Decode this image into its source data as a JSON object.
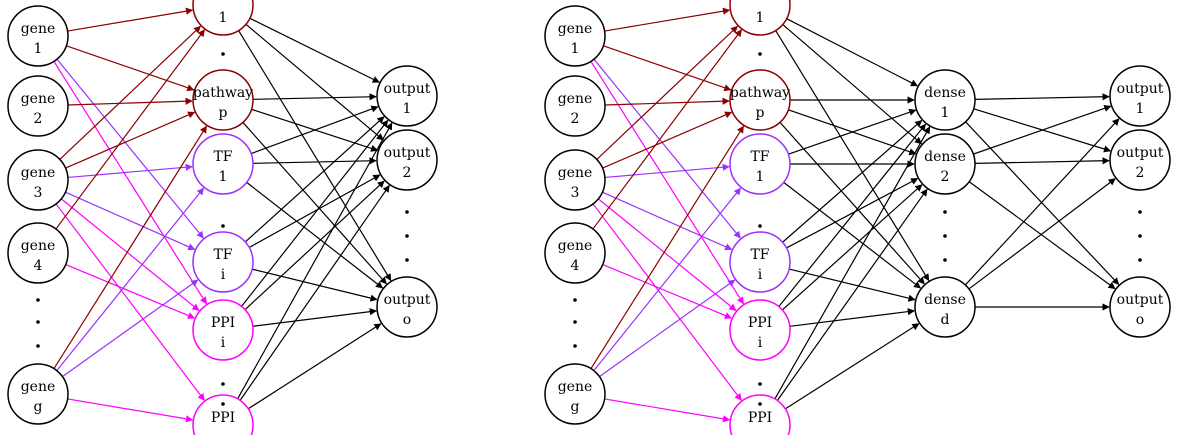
{
  "colors": {
    "gene": "#000000",
    "pathway": "#8b0000",
    "tf": "#9b30ff",
    "ppi": "#ff00ff",
    "dense": "#000000",
    "output": "#000000",
    "edge_default": "#000000"
  },
  "diagrams": [
    {
      "id": "sparse",
      "nodes": [
        {
          "id": "g1",
          "kind": "gene",
          "lines": [
            "gene",
            "1"
          ]
        },
        {
          "id": "g2",
          "kind": "gene",
          "lines": [
            "gene",
            "2"
          ]
        },
        {
          "id": "g3",
          "kind": "gene",
          "lines": [
            "gene",
            "3"
          ]
        },
        {
          "id": "g4",
          "kind": "gene",
          "lines": [
            "gene",
            "4"
          ]
        },
        {
          "id": "gg",
          "kind": "gene",
          "lines": [
            "gene",
            "g"
          ]
        },
        {
          "id": "p1",
          "kind": "pathway",
          "lines": [
            "",
            "1"
          ]
        },
        {
          "id": "pp",
          "kind": "pathway",
          "lines": [
            "pathway",
            "p"
          ]
        },
        {
          "id": "t1",
          "kind": "tf",
          "lines": [
            "TF",
            "1"
          ]
        },
        {
          "id": "ti",
          "kind": "tf",
          "lines": [
            "TF",
            "i"
          ]
        },
        {
          "id": "ppi1",
          "kind": "ppi",
          "lines": [
            "PPI",
            "i"
          ]
        },
        {
          "id": "ppin",
          "kind": "ppi",
          "lines": [
            "PPI",
            ""
          ]
        },
        {
          "id": "o1",
          "kind": "output",
          "lines": [
            "output",
            "1"
          ]
        },
        {
          "id": "o2",
          "kind": "output",
          "lines": [
            "output",
            "2"
          ]
        },
        {
          "id": "oo",
          "kind": "output",
          "lines": [
            "output",
            "o"
          ]
        }
      ],
      "ellipses": [
        "gene-col",
        "pathway-col-1",
        "pathway-col-2",
        "ppi-col",
        "output-col"
      ],
      "edges": [
        [
          "g1",
          "p1",
          "pathway"
        ],
        [
          "g1",
          "pp",
          "pathway"
        ],
        [
          "g1",
          "ti",
          "tf"
        ],
        [
          "g1",
          "ppi1",
          "ppi"
        ],
        [
          "g2",
          "pp",
          "pathway"
        ],
        [
          "g3",
          "p1",
          "pathway"
        ],
        [
          "g3",
          "pp",
          "pathway"
        ],
        [
          "g3",
          "t1",
          "tf"
        ],
        [
          "g3",
          "ti",
          "tf"
        ],
        [
          "g3",
          "ppi1",
          "ppi"
        ],
        [
          "g3",
          "ppin",
          "ppi"
        ],
        [
          "g4",
          "p1",
          "pathway"
        ],
        [
          "g4",
          "ppi1",
          "ppi"
        ],
        [
          "gg",
          "pp",
          "pathway"
        ],
        [
          "gg",
          "t1",
          "tf"
        ],
        [
          "gg",
          "ti",
          "tf"
        ],
        [
          "gg",
          "ppin",
          "ppi"
        ],
        [
          "p1",
          "o1",
          "edge_default"
        ],
        [
          "p1",
          "o2",
          "edge_default"
        ],
        [
          "p1",
          "oo",
          "edge_default"
        ],
        [
          "pp",
          "o1",
          "edge_default"
        ],
        [
          "pp",
          "o2",
          "edge_default"
        ],
        [
          "pp",
          "oo",
          "edge_default"
        ],
        [
          "t1",
          "o1",
          "edge_default"
        ],
        [
          "t1",
          "o2",
          "edge_default"
        ],
        [
          "t1",
          "oo",
          "edge_default"
        ],
        [
          "ti",
          "o1",
          "edge_default"
        ],
        [
          "ti",
          "o2",
          "edge_default"
        ],
        [
          "ti",
          "oo",
          "edge_default"
        ],
        [
          "ppi1",
          "o1",
          "edge_default"
        ],
        [
          "ppi1",
          "o2",
          "edge_default"
        ],
        [
          "ppi1",
          "oo",
          "edge_default"
        ],
        [
          "ppin",
          "o1",
          "edge_default"
        ],
        [
          "ppin",
          "o2",
          "edge_default"
        ],
        [
          "ppin",
          "oo",
          "edge_default"
        ]
      ]
    },
    {
      "id": "dense",
      "nodes": [
        {
          "id": "g1",
          "kind": "gene",
          "lines": [
            "gene",
            "1"
          ]
        },
        {
          "id": "g2",
          "kind": "gene",
          "lines": [
            "gene",
            "2"
          ]
        },
        {
          "id": "g3",
          "kind": "gene",
          "lines": [
            "gene",
            "3"
          ]
        },
        {
          "id": "g4",
          "kind": "gene",
          "lines": [
            "gene",
            "4"
          ]
        },
        {
          "id": "gg",
          "kind": "gene",
          "lines": [
            "gene",
            "g"
          ]
        },
        {
          "id": "p1",
          "kind": "pathway",
          "lines": [
            "",
            "1"
          ]
        },
        {
          "id": "pp",
          "kind": "pathway",
          "lines": [
            "pathway",
            "p"
          ]
        },
        {
          "id": "t1",
          "kind": "tf",
          "lines": [
            "TF",
            "1"
          ]
        },
        {
          "id": "ti",
          "kind": "tf",
          "lines": [
            "TF",
            "i"
          ]
        },
        {
          "id": "ppi1",
          "kind": "ppi",
          "lines": [
            "PPI",
            "i"
          ]
        },
        {
          "id": "ppin",
          "kind": "ppi",
          "lines": [
            "PPI",
            ""
          ]
        },
        {
          "id": "d1",
          "kind": "dense",
          "lines": [
            "dense",
            "1"
          ]
        },
        {
          "id": "d2",
          "kind": "dense",
          "lines": [
            "dense",
            "2"
          ]
        },
        {
          "id": "dd",
          "kind": "dense",
          "lines": [
            "dense",
            "d"
          ]
        },
        {
          "id": "o1",
          "kind": "output",
          "lines": [
            "output",
            "1"
          ]
        },
        {
          "id": "o2",
          "kind": "output",
          "lines": [
            "output",
            "2"
          ]
        },
        {
          "id": "oo",
          "kind": "output",
          "lines": [
            "output",
            "o"
          ]
        }
      ],
      "edges": [
        [
          "g1",
          "p1",
          "pathway"
        ],
        [
          "g1",
          "pp",
          "pathway"
        ],
        [
          "g1",
          "ti",
          "tf"
        ],
        [
          "g1",
          "ppi1",
          "ppi"
        ],
        [
          "g2",
          "pp",
          "pathway"
        ],
        [
          "g3",
          "p1",
          "pathway"
        ],
        [
          "g3",
          "pp",
          "pathway"
        ],
        [
          "g3",
          "t1",
          "tf"
        ],
        [
          "g3",
          "ti",
          "tf"
        ],
        [
          "g3",
          "ppi1",
          "ppi"
        ],
        [
          "g3",
          "ppin",
          "ppi"
        ],
        [
          "g4",
          "p1",
          "pathway"
        ],
        [
          "g4",
          "ppi1",
          "ppi"
        ],
        [
          "gg",
          "pp",
          "pathway"
        ],
        [
          "gg",
          "t1",
          "tf"
        ],
        [
          "gg",
          "ti",
          "tf"
        ],
        [
          "gg",
          "ppin",
          "ppi"
        ],
        [
          "p1",
          "d1",
          "edge_default"
        ],
        [
          "p1",
          "d2",
          "edge_default"
        ],
        [
          "p1",
          "dd",
          "edge_default"
        ],
        [
          "pp",
          "d1",
          "edge_default"
        ],
        [
          "pp",
          "d2",
          "edge_default"
        ],
        [
          "pp",
          "dd",
          "edge_default"
        ],
        [
          "t1",
          "d1",
          "edge_default"
        ],
        [
          "t1",
          "d2",
          "edge_default"
        ],
        [
          "t1",
          "dd",
          "edge_default"
        ],
        [
          "ti",
          "d1",
          "edge_default"
        ],
        [
          "ti",
          "d2",
          "edge_default"
        ],
        [
          "ti",
          "dd",
          "edge_default"
        ],
        [
          "ppi1",
          "d1",
          "edge_default"
        ],
        [
          "ppi1",
          "d2",
          "edge_default"
        ],
        [
          "ppi1",
          "dd",
          "edge_default"
        ],
        [
          "ppin",
          "d1",
          "edge_default"
        ],
        [
          "ppin",
          "d2",
          "edge_default"
        ],
        [
          "ppin",
          "dd",
          "edge_default"
        ],
        [
          "d1",
          "o1",
          "edge_default"
        ],
        [
          "d1",
          "o2",
          "edge_default"
        ],
        [
          "d1",
          "oo",
          "edge_default"
        ],
        [
          "d2",
          "o1",
          "edge_default"
        ],
        [
          "d2",
          "o2",
          "edge_default"
        ],
        [
          "d2",
          "oo",
          "edge_default"
        ],
        [
          "dd",
          "o1",
          "edge_default"
        ],
        [
          "dd",
          "o2",
          "edge_default"
        ],
        [
          "dd",
          "oo",
          "edge_default"
        ]
      ]
    }
  ]
}
